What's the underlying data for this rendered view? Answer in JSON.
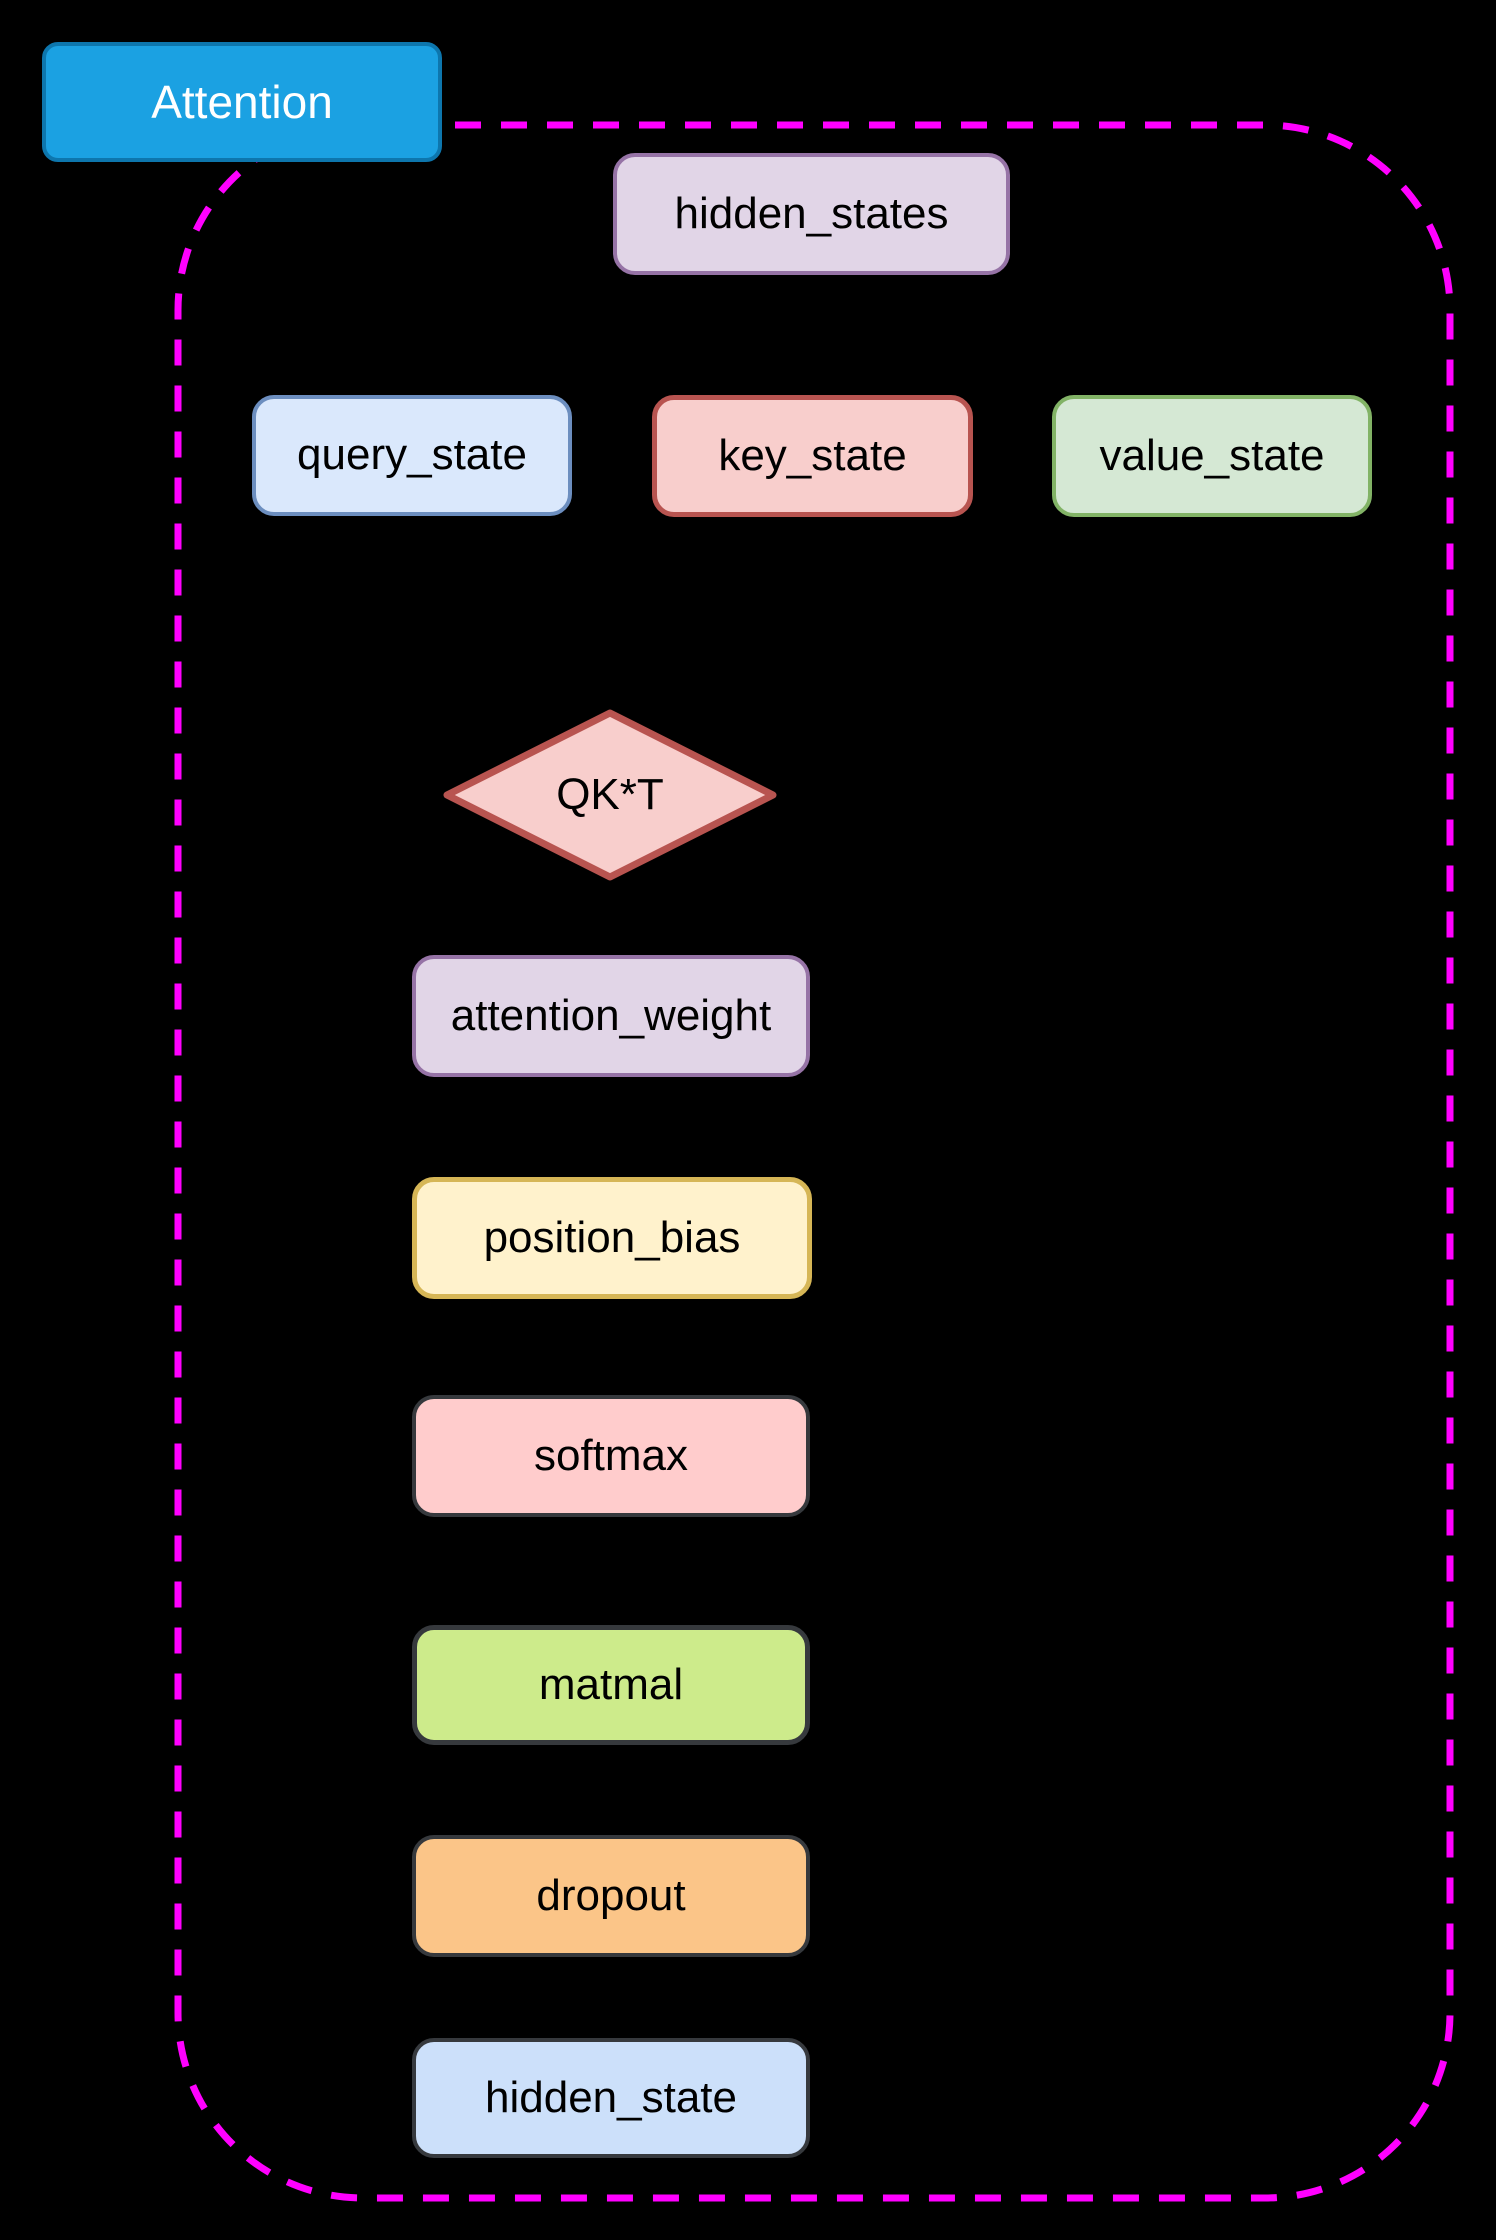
{
  "diagram": {
    "background": "#000000",
    "container_border": {
      "color": "#ff00ff",
      "style": "dashed"
    },
    "title": {
      "label": "Attention",
      "fill": "#1ba1e2",
      "stroke": "#0d76ad",
      "text_color": "#ffffff"
    },
    "nodes": {
      "hidden_states": {
        "label": "hidden_states",
        "fill": "#e1d5e7",
        "stroke": "#9673a6",
        "shape": "rounded-rect"
      },
      "query_state": {
        "label": "query_state",
        "fill": "#dae8fc",
        "stroke": "#6c8ebf",
        "shape": "rounded-rect"
      },
      "key_state": {
        "label": "key_state",
        "fill": "#f8cecc",
        "stroke": "#b85450",
        "shape": "rounded-rect"
      },
      "value_state": {
        "label": "value_state",
        "fill": "#d5e8d4",
        "stroke": "#82b366",
        "shape": "rounded-rect"
      },
      "qkt": {
        "label": "QK*T",
        "fill": "#f8cecc",
        "stroke": "#b85450",
        "shape": "diamond"
      },
      "attention_weight": {
        "label": "attention_weight",
        "fill": "#e1d5e7",
        "stroke": "#9673a6",
        "shape": "rounded-rect"
      },
      "position_bias": {
        "label": "position_bias",
        "fill": "#fff2cc",
        "stroke": "#d6b656",
        "shape": "rounded-rect"
      },
      "softmax": {
        "label": "softmax",
        "fill": "#ffcccc",
        "stroke": "#36393d",
        "shape": "rounded-rect"
      },
      "matmal": {
        "label": "matmal",
        "fill": "#cdeb8b",
        "stroke": "#36393d",
        "shape": "rounded-rect"
      },
      "dropout": {
        "label": "dropout",
        "fill": "#fbc588",
        "stroke": "#36393d",
        "shape": "rounded-rect"
      },
      "hidden_state": {
        "label": "hidden_state",
        "fill": "#cce0fa",
        "stroke": "#36393d",
        "shape": "rounded-rect"
      }
    }
  }
}
